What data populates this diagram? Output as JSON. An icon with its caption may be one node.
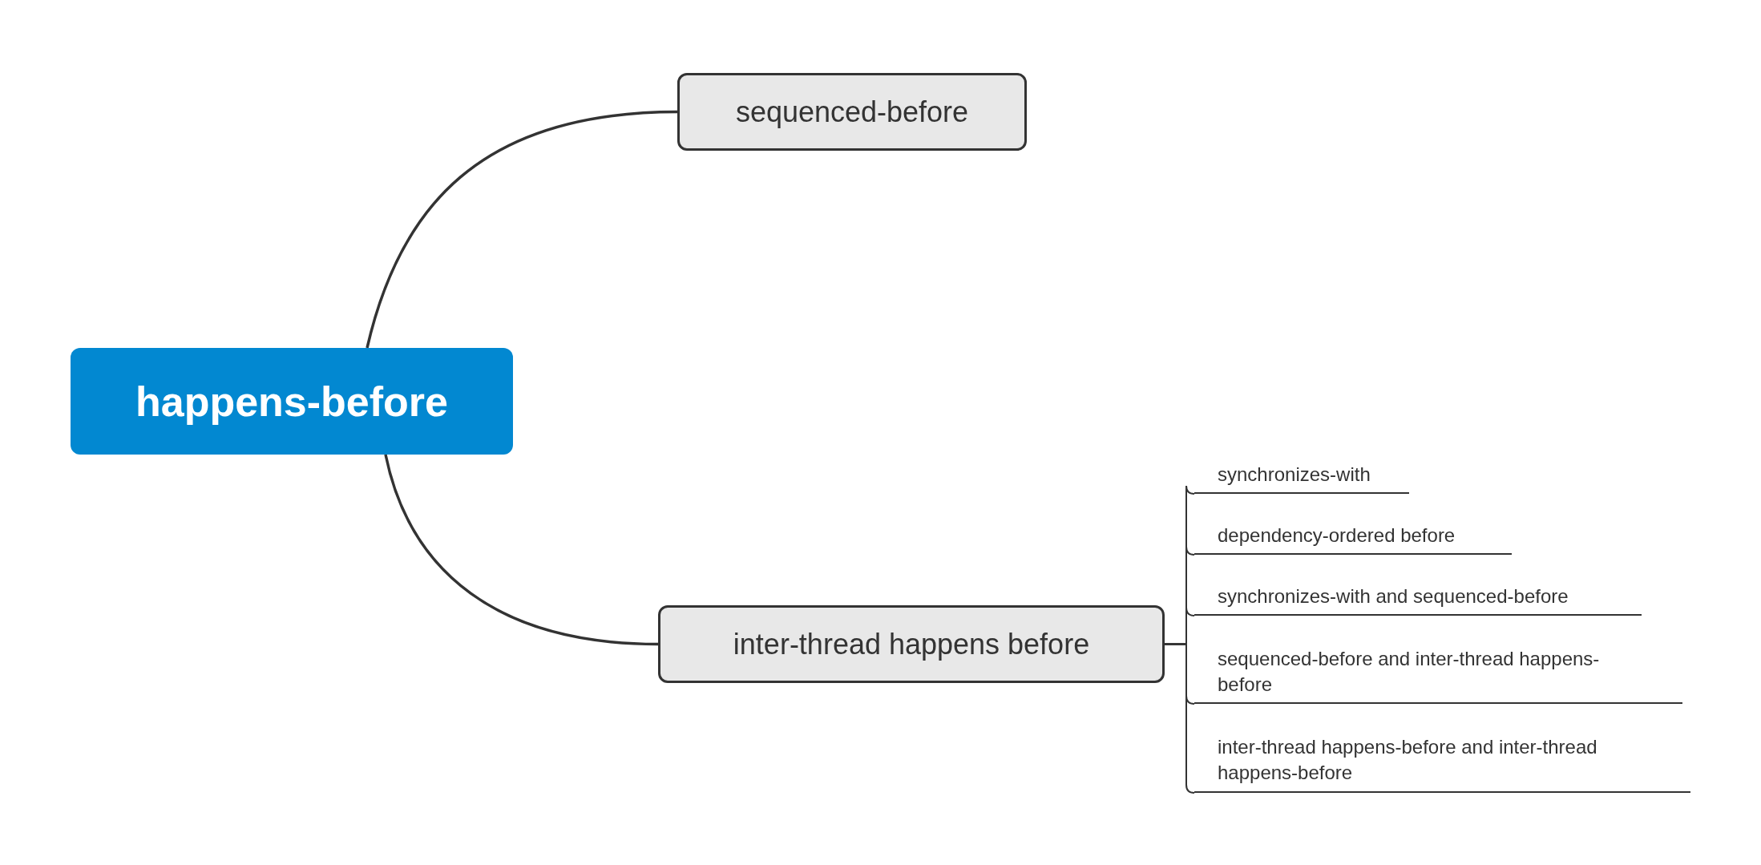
{
  "diagram": {
    "nodes": [
      {
        "text": [
          "happens-before"
        ]
      },
      {
        "text": [
          "sequenced-before"
        ]
      },
      {
        "text": [
          "inter-thread happens before"
        ]
      },
      {
        "text": [
          "synchronizes-with"
        ]
      },
      {
        "text": [
          "dependency-ordered before"
        ]
      },
      {
        "text": [
          "synchronizes-with and sequenced-before"
        ]
      },
      {
        "text": [
          "sequenced-before and inter-thread happens-before"
        ]
      },
      {
        "text": [
          "inter-thread happens-before and inter-thread happens-before"
        ]
      }
    ],
    "edges": [
      {
        "from": 0,
        "to": 1,
        "arrow": "none"
      },
      {
        "from": 0,
        "to": 2,
        "arrow": "none"
      },
      {
        "from": 2,
        "to": 3,
        "arrow": "none"
      },
      {
        "from": 2,
        "to": 4,
        "arrow": "none"
      },
      {
        "from": 2,
        "to": 5,
        "arrow": "none"
      },
      {
        "from": 2,
        "to": 6,
        "arrow": "none"
      },
      {
        "from": 2,
        "to": 7,
        "arrow": "none"
      }
    ]
  }
}
